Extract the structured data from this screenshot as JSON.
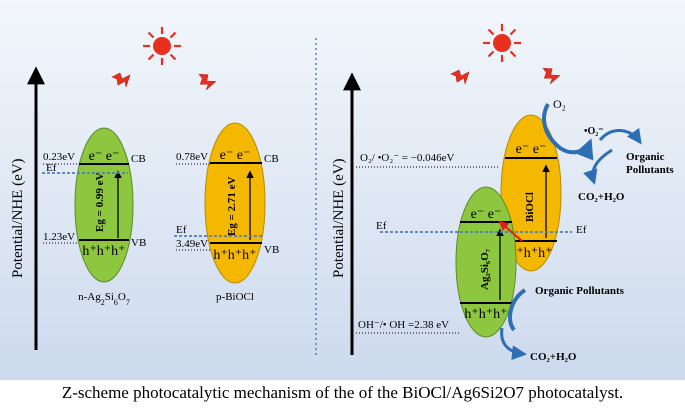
{
  "left_panel": {
    "axis_label": "Potential/NHE (eV)",
    "ag": {
      "name_html": "n-Ag<tspan baseline-shift='sub' font-size='8'>2</tspan>Si<tspan baseline-shift='sub' font-size='8'>6</tspan>O<tspan baseline-shift='sub' font-size='8'>7</tspan>",
      "cb_value": "0.23eV",
      "vb_value": "1.23eV",
      "fermi": "Ef",
      "bandgap": "Eg = 0.99 eV",
      "color": "#8dc63f"
    },
    "bi": {
      "name": "p-BiOCl",
      "cb_value": "0.78eV",
      "vb_value": "3.49eV",
      "fermi": "Ef",
      "bandgap": "Eg = 2.71 eV",
      "color": "#f5b800"
    },
    "cb_label": "CB",
    "vb_label": "VB",
    "electrons": "e⁻ e⁻",
    "holes": "h⁺h⁺h⁺"
  },
  "right_panel": {
    "axis_label": "Potential/NHE (eV)",
    "o2_potential": "O₂/ •O₂⁻ = −0.046eV",
    "oh_potential": "OH⁻/• OH =2.38 eV",
    "o2": "O₂",
    "superoxide": "•O₂⁻",
    "organic_pollutants_top": [
      "Organic",
      "Pollutants"
    ],
    "products_top": "CO₂+H₂O",
    "organic_pollutants_bottom": "Organic Pollutants",
    "products_bottom": "CO₂+H₂O",
    "ef_left": "Ef",
    "ef_right": "Ef",
    "bi_label": "BiOCl",
    "ag_label": "Ag₂Si₆O₇"
  },
  "caption": "Z-scheme photocatalytic mechanism of the of the BiOCl/Ag6Si2O7 photocatalyst.",
  "colors": {
    "background_gradient_top": "#f3f7fc",
    "background_gradient_bottom": "#cfdcee",
    "green": "#8dc63f",
    "orange": "#f5b800",
    "arrow_blue": "#2e6eb5",
    "dotted_blue": "#4a7fc1"
  }
}
